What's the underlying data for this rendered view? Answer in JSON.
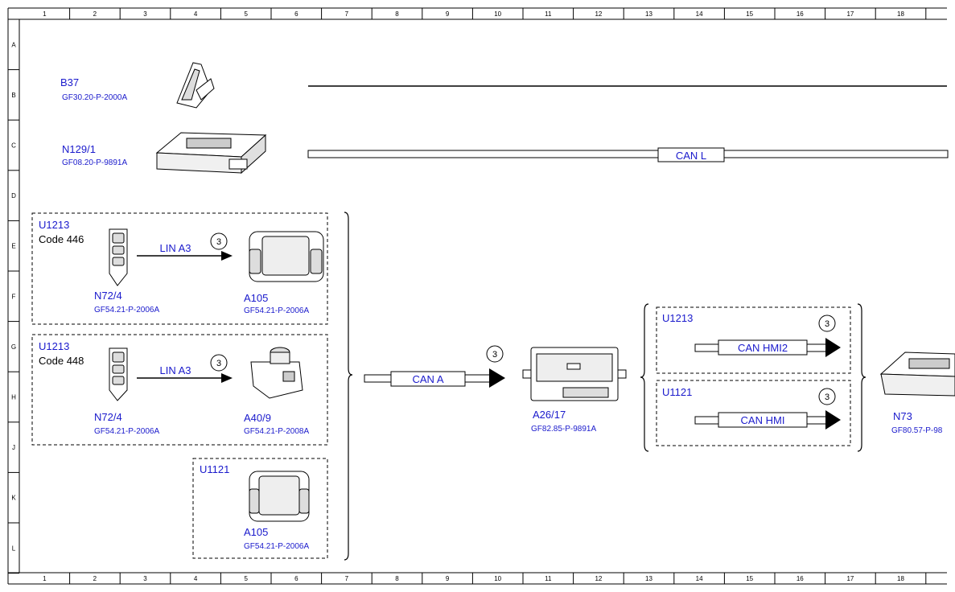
{
  "grid": {
    "columns": [
      "1",
      "2",
      "3",
      "4",
      "5",
      "6",
      "7",
      "8",
      "9",
      "10",
      "11",
      "12",
      "13",
      "14",
      "15",
      "16",
      "17",
      "18"
    ],
    "rows": [
      "A",
      "B",
      "C",
      "D",
      "E",
      "F",
      "G",
      "H",
      "J",
      "K",
      "L"
    ]
  },
  "components": {
    "b37": {
      "code": "B37",
      "ref": "GF30.20-P-2000A"
    },
    "n129_1": {
      "code": "N129/1",
      "ref": "GF08.20-P-9891A"
    },
    "n72_4_a": {
      "code": "N72/4",
      "ref": "GF54.21-P-2006A"
    },
    "a105_a": {
      "code": "A105",
      "ref": "GF54.21-P-2006A"
    },
    "n72_4_b": {
      "code": "N72/4",
      "ref": "GF54.21-P-2006A"
    },
    "a40_9": {
      "code": "A40/9",
      "ref": "GF54.21-P-2008A"
    },
    "a105_b": {
      "code": "A105",
      "ref": "GF54.21-P-2006A"
    },
    "a26_17": {
      "code": "A26/17",
      "ref": "GF82.85-P-9891A"
    },
    "n73": {
      "code": "N73",
      "ref": "GF80.57-P-98"
    }
  },
  "groups": {
    "box1": {
      "variant": "U1213",
      "code": "Code 446"
    },
    "box2": {
      "variant": "U1213",
      "code": "Code 448"
    },
    "box3": {
      "variant": "U1121"
    },
    "box4": {
      "variant": "U1213"
    },
    "box5": {
      "variant": "U1121"
    }
  },
  "buses": {
    "can_l": "CAN L",
    "lin_a3_1": "LIN A3",
    "lin_a3_2": "LIN A3",
    "can_a": "CAN A",
    "can_hmi2": "CAN HMI2",
    "can_hmi": "CAN HMI"
  },
  "markers": {
    "ref": "3"
  }
}
